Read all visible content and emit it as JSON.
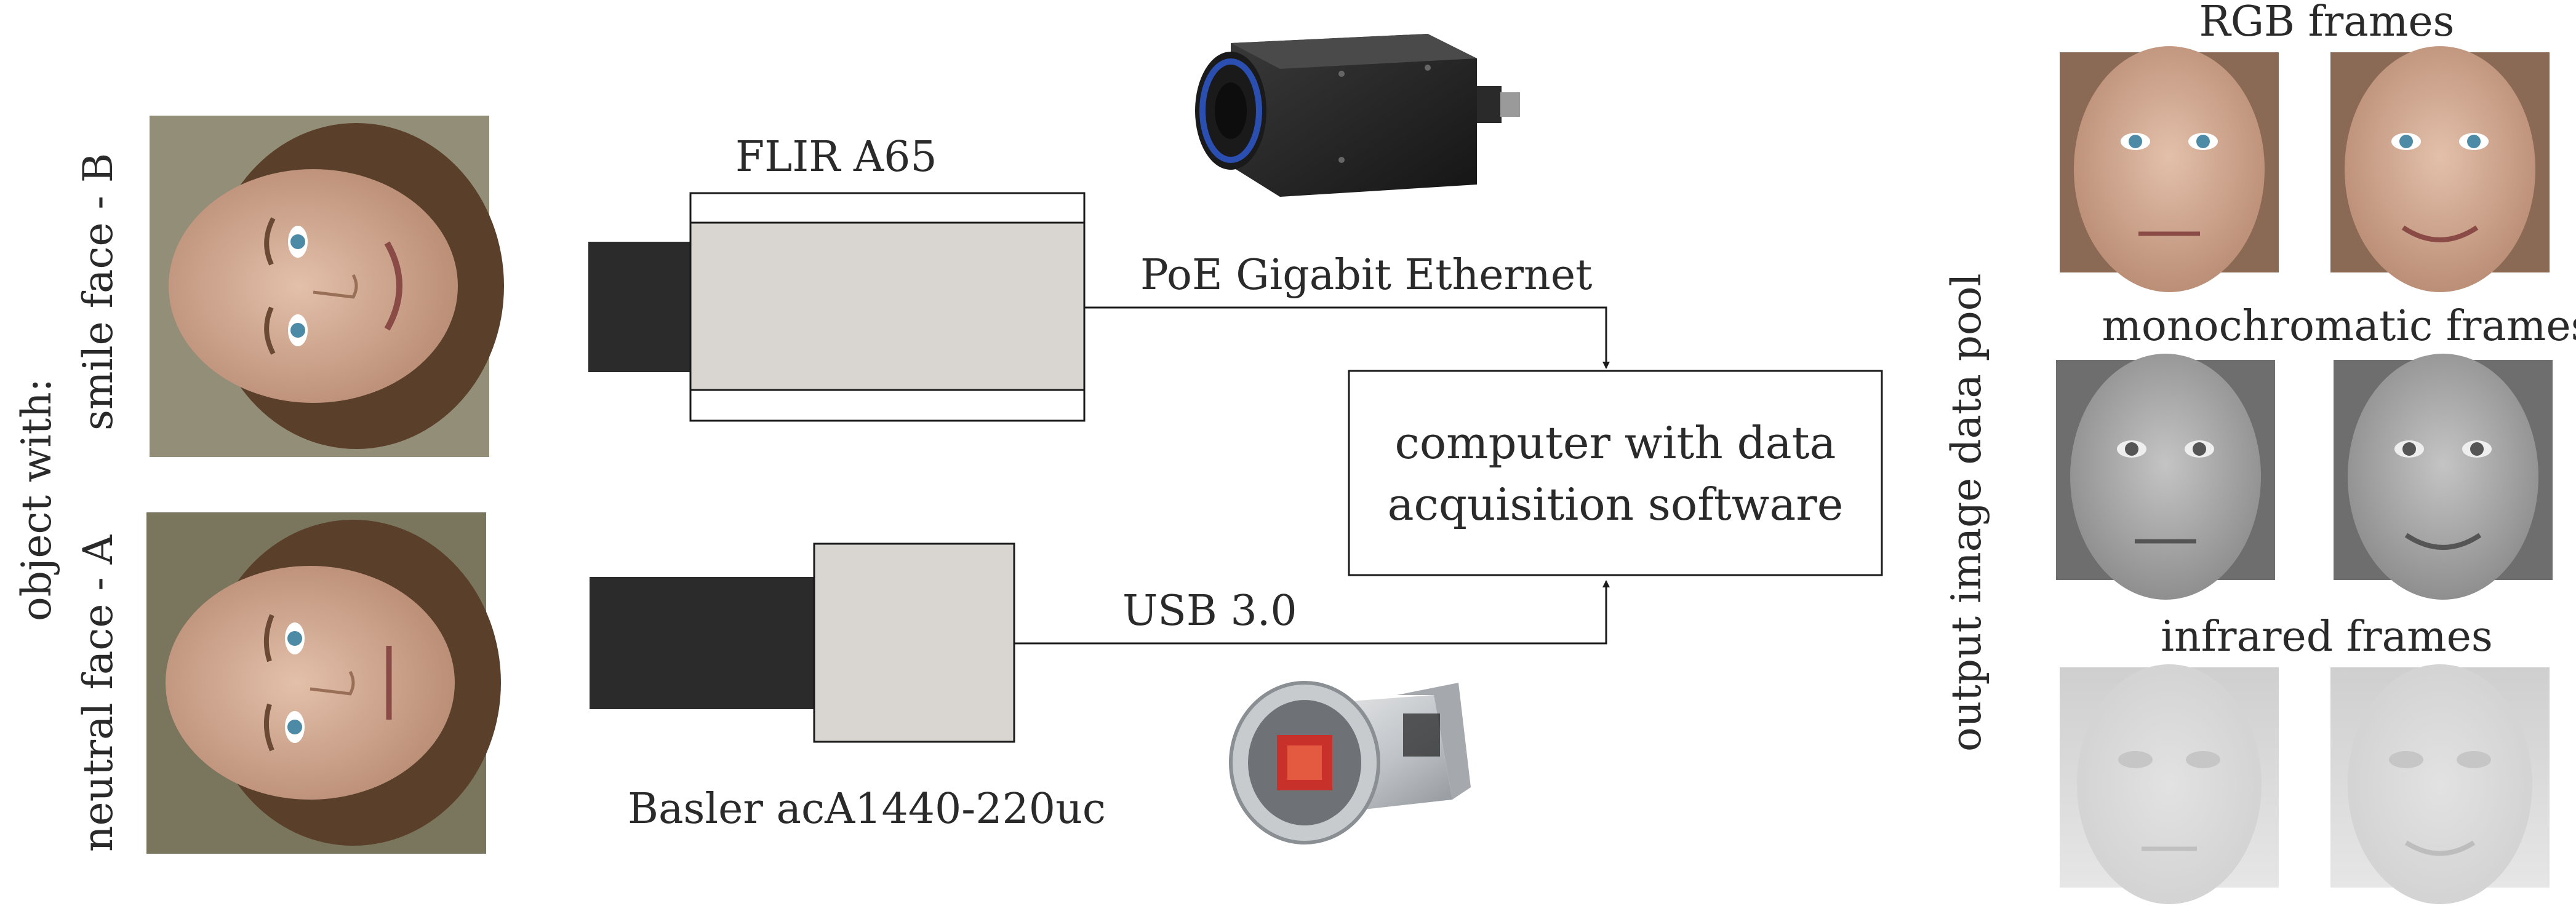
{
  "object_label": {
    "line1": "object with:",
    "line2_smile": "smile face - B",
    "line2_neutral": "neutral face - A"
  },
  "cameras": {
    "thermal": {
      "label": "FLIR A65",
      "icon": "thermal-camera-icon"
    },
    "color": {
      "label": "Basler acA1440-220uc",
      "icon": "industrial-camera-icon"
    }
  },
  "connections": {
    "thermal": "PoE Gigabit Ethernet",
    "color": "USB 3.0"
  },
  "computer": {
    "line1": "computer with data",
    "line2": "acquisition software"
  },
  "output": {
    "title": "output image data pool",
    "rgb_title": "RGB frames",
    "mono_title": "monochromatic frames",
    "ir_title": "infrared frames"
  },
  "colors": {
    "lens_dark": "#2b2b2b",
    "camera_body": "#d9d6d2",
    "line": "#1a1a1a",
    "skin": "#c9a28d",
    "hair": "#5a3f2b",
    "backdrop": "#8a8772",
    "eye": "#4d8aa6",
    "mono_bg": "#6e6e6e",
    "ir_bg": "#d8d8d8"
  }
}
